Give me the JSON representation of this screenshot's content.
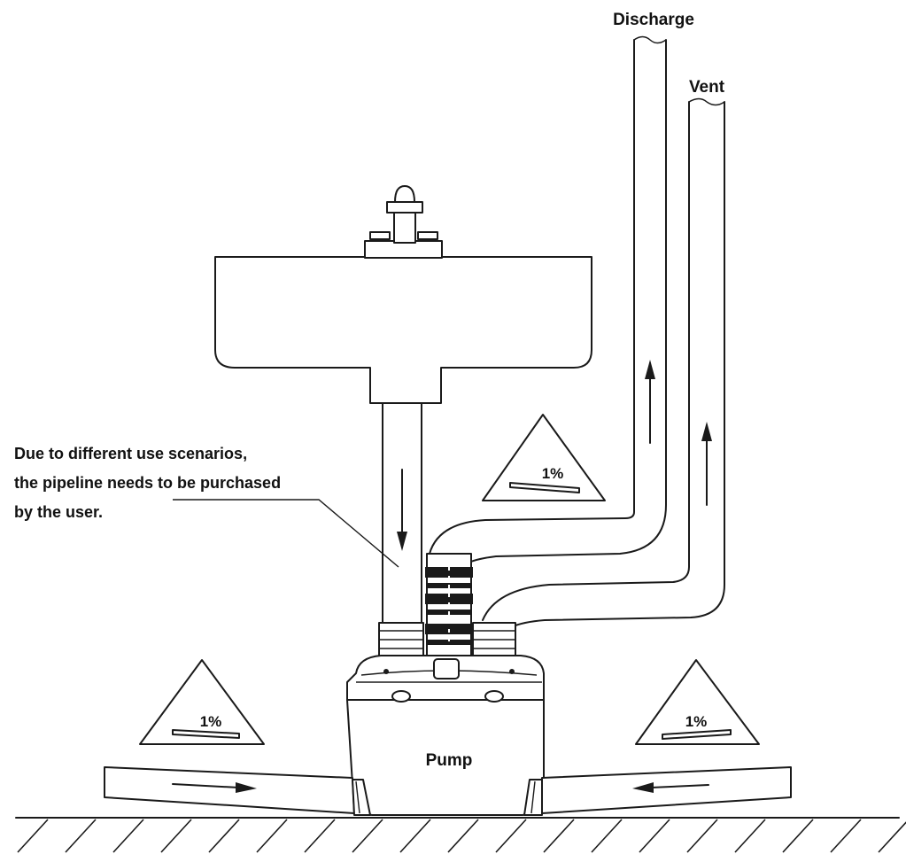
{
  "labels": {
    "discharge": "Discharge",
    "vent": "Vent",
    "pump": "Pump",
    "note_line1": "Due to different use scenarios,",
    "note_line2": "the pipeline needs to be purchased",
    "note_line3": "by the user."
  },
  "slopes": {
    "upper": "1%",
    "left": "1%",
    "right": "1%"
  },
  "icons": [
    "hatched-floor",
    "slope-triangle-icon",
    "flow-arrow-icon"
  ],
  "colors": {
    "line": "#1a1a1a",
    "background": "#ffffff"
  }
}
